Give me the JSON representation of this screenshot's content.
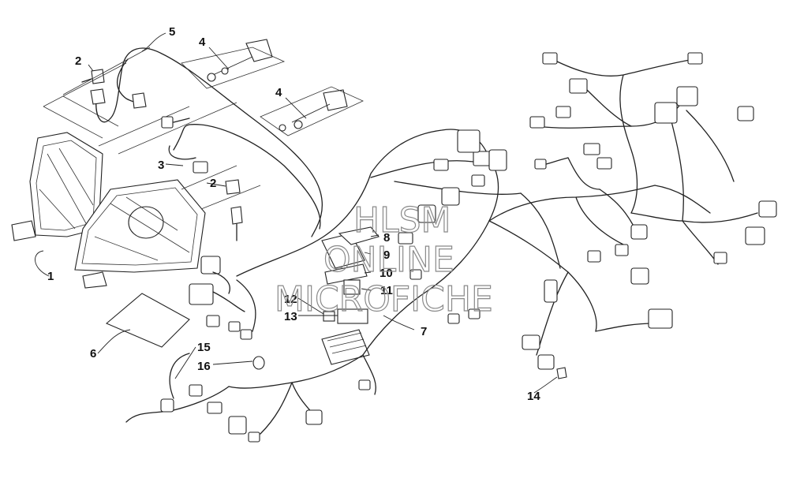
{
  "diagram": {
    "callouts": [
      "1",
      "2",
      "2",
      "3",
      "4",
      "4",
      "5",
      "6",
      "7",
      "8",
      "9",
      "10",
      "11",
      "12",
      "13",
      "14",
      "15",
      "16"
    ]
  },
  "watermark": {
    "line1": "HLSM",
    "line2": "ONLINE",
    "line3": "MICROFICHE"
  }
}
